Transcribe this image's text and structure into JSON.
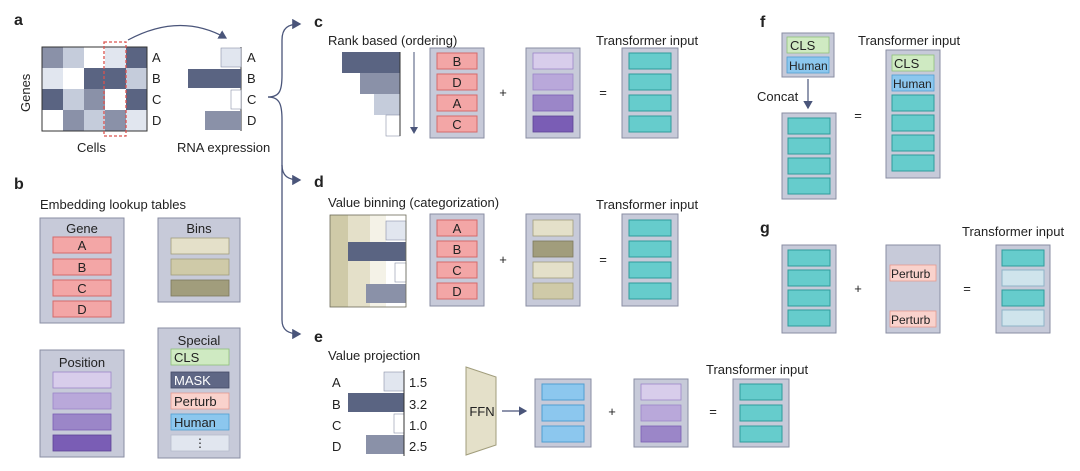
{
  "colors": {
    "dark": "#5a6482",
    "mid": "#8a91a8",
    "light": "#c5ccdb",
    "lighter": "#e1e6ef",
    "gene_fill": "#f3a6a6",
    "gene_stroke": "#d66a6a",
    "teal": "#66cccc",
    "teal_stroke": "#2f9c9c",
    "purple1": "#d8cdeb",
    "purple2": "#b9a8da",
    "purple3": "#9b86c8",
    "purple4": "#7a5db5",
    "tan1": "#e4e0c9",
    "tan2": "#a19d7c",
    "tan3": "#cfcaa8",
    "cls_fill": "#cfeac2",
    "human_fill": "#8cc7ee",
    "perturb_fill": "#f9d2cc",
    "mask_fill": "#5f6785",
    "panel_bg": "#c8cbd8",
    "arrow": "#4a557a"
  },
  "panel_a": {
    "label": "a",
    "y_axis": "Genes",
    "x_axis": "Cells",
    "row_labels": [
      "A",
      "B",
      "C",
      "D"
    ],
    "expr_labels": [
      "A",
      "B",
      "C",
      "D"
    ],
    "expr_caption": "RNA expression"
  },
  "panel_b": {
    "label": "b",
    "title": "Embedding lookup tables",
    "gene_title": "Gene",
    "gene_tokens": [
      "A",
      "B",
      "C",
      "D"
    ],
    "bins_title": "Bins",
    "position_title": "Position",
    "special_title": "Special",
    "special_tokens": [
      "CLS",
      "MASK",
      "Perturb",
      "Human",
      "⋮"
    ]
  },
  "panel_c": {
    "label": "c",
    "title": "Rank based (ordering)",
    "gene_tokens": [
      "B",
      "D",
      "A",
      "C"
    ],
    "plus": "+",
    "equals": "=",
    "output_title": "Transformer input"
  },
  "panel_d": {
    "label": "d",
    "title": "Value binning (categorization)",
    "gene_tokens": [
      "A",
      "B",
      "C",
      "D"
    ],
    "plus": "+",
    "equals": "=",
    "output_title": "Transformer input"
  },
  "panel_e": {
    "label": "e",
    "title": "Value projection",
    "row_labels": [
      "A",
      "B",
      "C",
      "D"
    ],
    "values": [
      "1.5",
      "3.2",
      "1.0",
      "2.5"
    ],
    "ffn": "FFN",
    "plus": "+",
    "equals": "=",
    "output_title": "Transformer input"
  },
  "panel_f": {
    "label": "f",
    "cls": "CLS",
    "human": "Human",
    "concat": "Concat",
    "equals": "=",
    "output_title": "Transformer input",
    "out_cls": "CLS",
    "out_human": "Human"
  },
  "panel_g": {
    "label": "g",
    "perturb_top": "Perturb",
    "perturb_bottom": "Perturb",
    "plus": "+",
    "equals": "=",
    "output_title": "Transformer input"
  }
}
